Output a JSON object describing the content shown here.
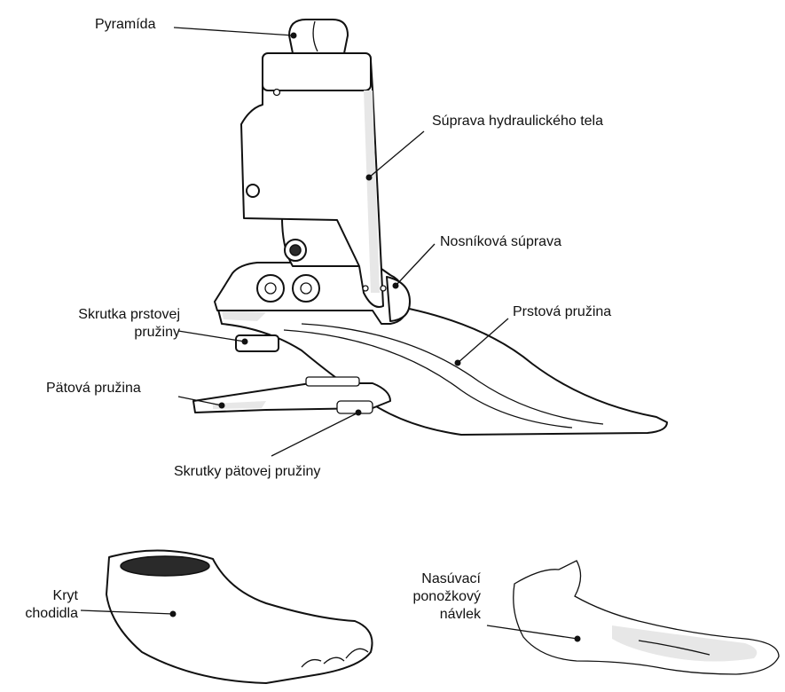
{
  "labels": {
    "pyramid": "Pyramída",
    "hydraulic_body": "Súprava hydraulického tela",
    "beam_kit": "Nosníková súprava",
    "toe_spring": "Prstová pružina",
    "toe_spring_screw_1": "Skrutka prstovej",
    "toe_spring_screw_2": "pružiny",
    "heel_spring": "Pätová pružina",
    "heel_spring_screws": "Skrutky pätovej pružiny",
    "foot_cover_1": "Kryt",
    "foot_cover_2": "chodidla",
    "sock_1": "Nasúvací",
    "sock_2": "ponožkový",
    "sock_3": "návlek"
  }
}
